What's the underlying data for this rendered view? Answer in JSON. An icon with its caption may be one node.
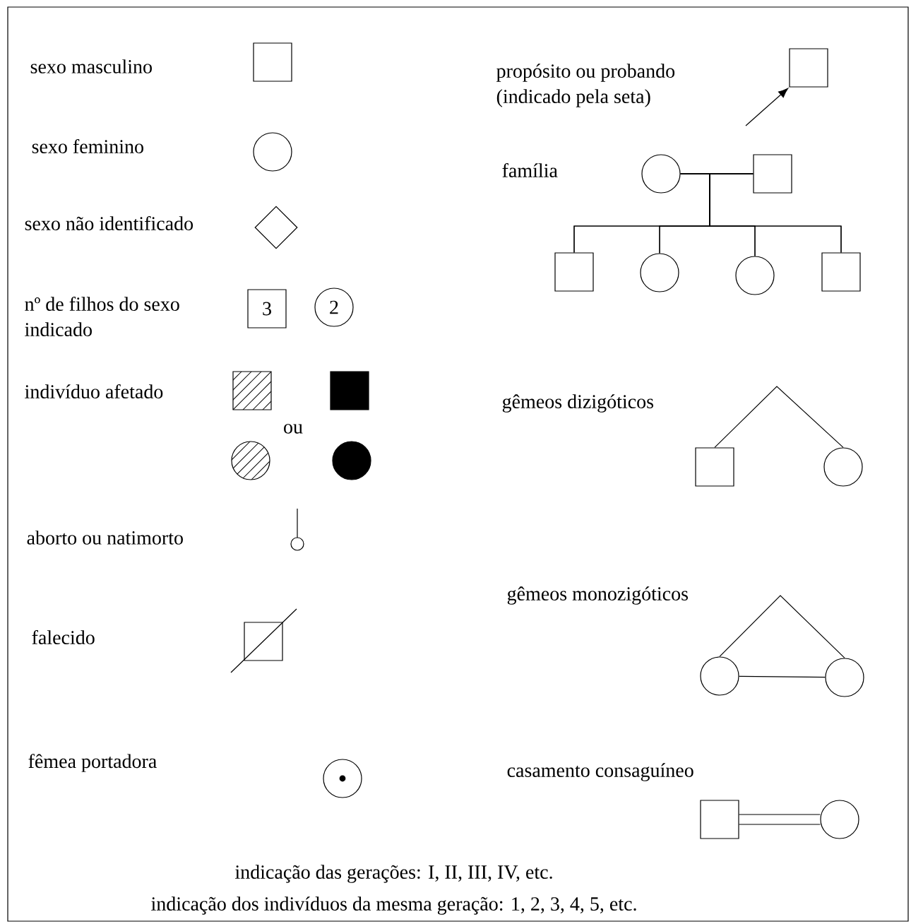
{
  "diagram": {
    "nodes": [
      {
        "text": [],
        "shape": "box"
      },
      {
        "text": [],
        "shape": "circle"
      },
      {
        "text": [],
        "shape": "diamond"
      },
      {
        "text": [
          "3"
        ]
      },
      {
        "text": [
          "2"
        ]
      },
      {
        "text": [],
        "shape": "box"
      },
      {
        "text": [],
        "shape": "box"
      },
      {
        "text": [],
        "shape": "circle"
      },
      {
        "text": [],
        "shape": "circle"
      },
      {
        "text": [],
        "shape": "circle"
      },
      {
        "text": [],
        "shape": "box"
      },
      {
        "text": [],
        "shape": "circle"
      },
      {
        "text": [],
        "shape": "box"
      },
      {
        "text": [],
        "shape": "circle"
      },
      {
        "text": [],
        "shape": "box"
      },
      {
        "text": [],
        "shape": "box"
      },
      {
        "text": [],
        "shape": "circle"
      },
      {
        "text": [],
        "shape": "circle"
      },
      {
        "text": [],
        "shape": "box"
      },
      {
        "text": [],
        "shape": "box"
      },
      {
        "text": [],
        "shape": "circle"
      },
      {
        "text": [],
        "shape": "circle"
      },
      {
        "text": [],
        "shape": "circle"
      },
      {
        "text": [],
        "shape": "box"
      },
      {
        "text": [],
        "shape": "circle"
      }
    ],
    "edges": [
      {
        "from": null,
        "to": 12,
        "arrow": "to"
      },
      {
        "from": 13,
        "to": 14,
        "arrow": "none"
      },
      {
        "from": 13,
        "to": 15,
        "arrow": "none"
      },
      {
        "from": 13,
        "to": 16,
        "arrow": "none"
      },
      {
        "from": 13,
        "to": 17,
        "arrow": "none"
      },
      {
        "from": 13,
        "to": 18,
        "arrow": "none"
      },
      {
        "from": 14,
        "to": 15,
        "arrow": "none"
      },
      {
        "from": 14,
        "to": 16,
        "arrow": "none"
      },
      {
        "from": 14,
        "to": 17,
        "arrow": "none"
      },
      {
        "from": 14,
        "to": 18,
        "arrow": "none"
      },
      {
        "from": 19,
        "to": 20,
        "arrow": "none"
      },
      {
        "from": 21,
        "to": 22,
        "arrow": "none"
      },
      {
        "from": 21,
        "to": 22,
        "arrow": "none"
      },
      {
        "from": 23,
        "to": 24,
        "arrow": "none"
      },
      {
        "from": 23,
        "to": 24,
        "arrow": "none"
      }
    ],
    "labels": [
      "sexo masculino",
      "sexo feminino",
      "sexo não identificado",
      "nº de filhos do sexo indicado",
      "indivíduo afetado",
      "ou",
      "aborto ou natimorto",
      "falecido",
      "fêmea portadora",
      "propósito ou probando (indicado pela seta)",
      "família",
      "gêmeos dizigóticos",
      "gêmeos monozigóticos",
      "casamento consaguíneo",
      "indicação das gerações: I, II, III, IV, etc.",
      "indicação dos indivíduos da mesma geração: 1, 2, 3, 4, 5, etc."
    ]
  }
}
